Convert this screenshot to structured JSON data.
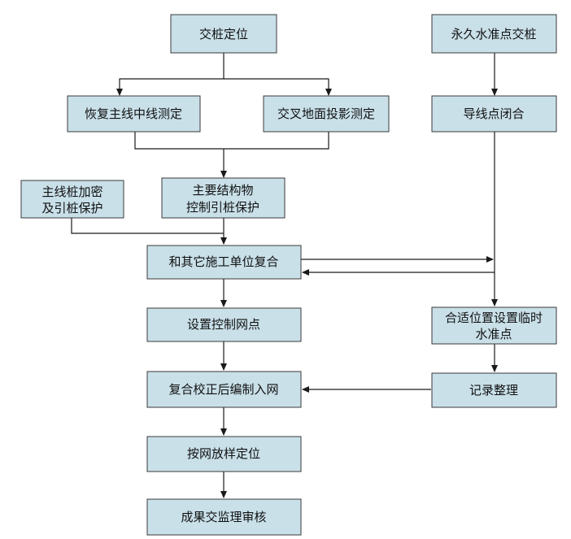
{
  "nodes": {
    "jiaozhuang": [
      "交桩定位"
    ],
    "shuizhun": [
      "永久水准点交桩"
    ],
    "huifu": [
      "恢复主线中线测定"
    ],
    "jiaocha": [
      "交叉地面投影测定"
    ],
    "daoxian": [
      "导线点闭合"
    ],
    "jiami": [
      "主线桩加密",
      "及引桩保护"
    ],
    "zhuyao": [
      "主要结构物",
      "控制引桩保护"
    ],
    "fuhe": [
      "和其它施工单位复合"
    ],
    "shezhi": [
      "设置控制网点"
    ],
    "linshi": [
      "合适位置设置临时",
      "水准点"
    ],
    "bianzhi": [
      "复合校正后编制入网"
    ],
    "jilu": [
      "记录整理"
    ],
    "fangyang": [
      "按网放样定位"
    ],
    "chengguo": [
      "成果交监理审核"
    ]
  },
  "colors": {
    "box_fill": "#c9e0e9",
    "box_stroke": "#3a3a3a",
    "line": "#1a1a1a"
  }
}
